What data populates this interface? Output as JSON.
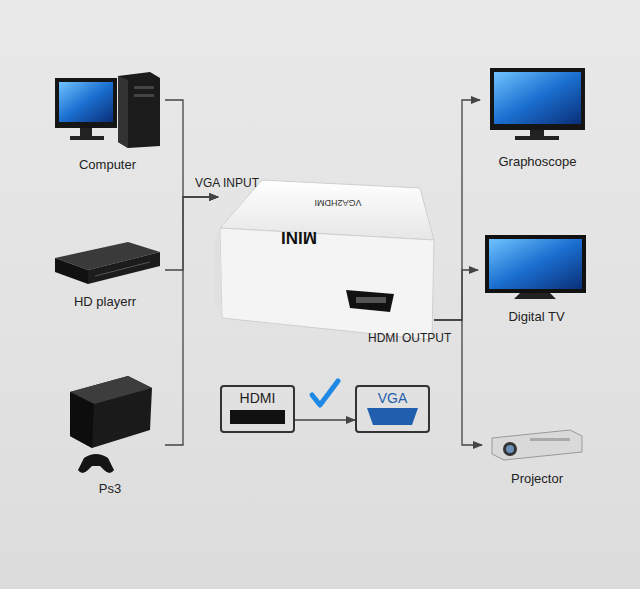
{
  "diagram": {
    "nodes": [
      {
        "text": [
          "Computer"
        ]
      },
      {
        "text": [
          "HD playerr"
        ]
      },
      {
        "text": [
          "Ps3"
        ]
      },
      {
        "text": [
          "MINI",
          "VGA2HDMI"
        ]
      },
      {
        "text": [
          "Graphoscope"
        ]
      },
      {
        "text": [
          "Digital TV"
        ]
      },
      {
        "text": [
          "Projector"
        ]
      },
      {
        "text": [
          "HDMI"
        ]
      },
      {
        "text": [
          "VGA"
        ]
      }
    ],
    "edges": [
      {
        "from": 0,
        "to": 3,
        "arrow": "to"
      },
      {
        "from": 1,
        "to": 3,
        "arrow": "to"
      },
      {
        "from": 2,
        "to": 3,
        "arrow": "to"
      },
      {
        "from": 3,
        "to": 4,
        "arrow": "to"
      },
      {
        "from": 3,
        "to": 5,
        "arrow": "to"
      },
      {
        "from": 3,
        "to": 6,
        "arrow": "to"
      },
      {
        "from": 7,
        "to": 8,
        "arrow": "to"
      }
    ],
    "labels": [
      "VGA INPUT",
      "HDMI OUTPUT"
    ]
  }
}
